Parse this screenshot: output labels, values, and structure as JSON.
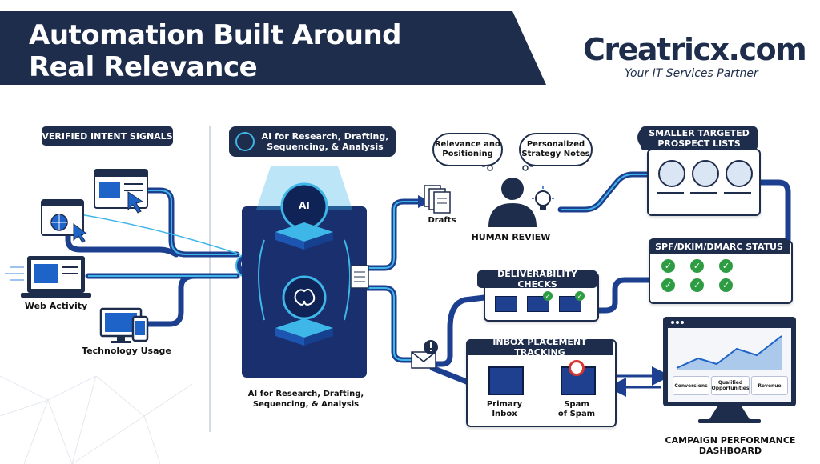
{
  "header": {
    "title_line1": "Automation Built Around",
    "title_line2": "Real Relevance",
    "logo_text": "Creatricx.com",
    "tagline": "Your IT Services Partner"
  },
  "sources": {
    "heading": "VERIFIED INTENT SIGNALS",
    "web_activity": "Web Activity",
    "technology_usage": "Technology Usage"
  },
  "ai": {
    "heading": "AI for Research, Drafting, Sequencing, & Analysis",
    "chip_label": "AI",
    "caption_line1": "AI for Research, Drafting,",
    "caption_line2": "Sequencing, & Analysis"
  },
  "review": {
    "drafts": "Drafts",
    "cloud_left": "Relevance and Positioning",
    "cloud_right": "Personalized Strategy Notes",
    "label": "HUMAN REVIEW"
  },
  "prospects": {
    "heading": "SMALLER TARGETED PROSPECT LISTS"
  },
  "spf": {
    "heading": "SPF/DKIM/DMARC STATUS"
  },
  "deliverability": {
    "heading": "DELIVERABILITY CHECKS"
  },
  "inbox": {
    "heading": "INBOX PLACEMENT TRACKING",
    "primary_line1": "Primary",
    "primary_line2": "Inbox",
    "spam_line1": "Spam",
    "spam_line2": "of Spam"
  },
  "dashboard": {
    "kpi1": "Conversions",
    "kpi2": "Qualified Opportunities",
    "kpi3": "Revenue",
    "label_line1": "CAMPAIGN PERFORMANCE",
    "label_line2": "DASHBOARD"
  },
  "colors": {
    "navy": "#1f2d4d",
    "flow": "#1d3f8f",
    "accent": "#3fb6e8",
    "check_green": "#2e9c42",
    "shield_blue": "#1e63c8"
  }
}
